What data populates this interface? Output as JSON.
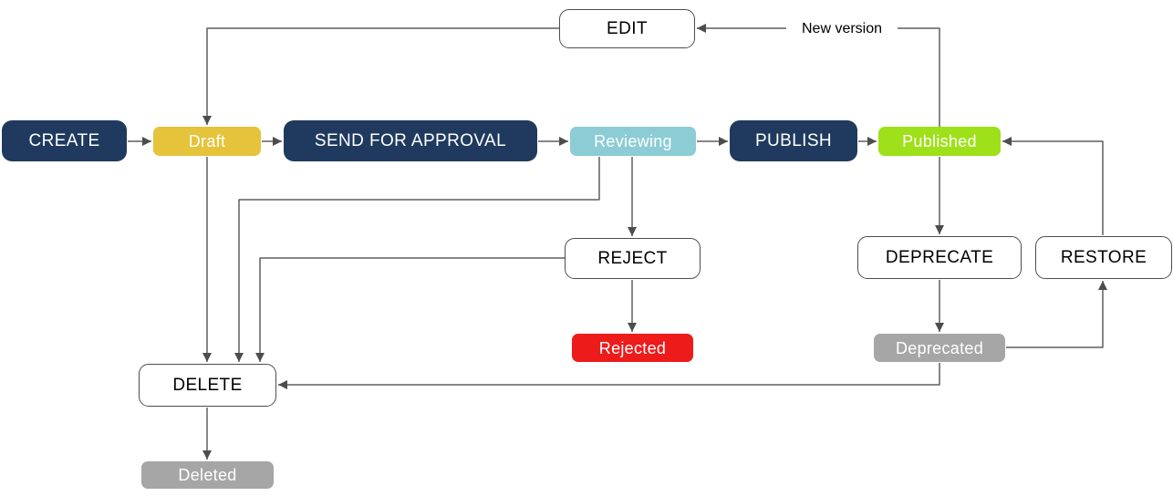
{
  "diagram": {
    "type": "state-flow",
    "background_color": "#ffffff",
    "connector_color": "#5f5f5f",
    "arrowhead_color": "#4d4d4d",
    "nodes": [
      {
        "id": "create",
        "label": "CREATE",
        "kind": "command",
        "bg": "#1f3a5e",
        "fg": "#ffffff"
      },
      {
        "id": "draft",
        "label": "Draft",
        "kind": "state",
        "bg": "#e5c33b",
        "fg": "#ffffff"
      },
      {
        "id": "send-for-approval",
        "label": "SEND FOR APPROVAL",
        "kind": "command",
        "bg": "#1f3a5e",
        "fg": "#ffffff"
      },
      {
        "id": "reviewing",
        "label": "Reviewing",
        "kind": "state",
        "bg": "#8cccd5",
        "fg": "#ffffff"
      },
      {
        "id": "publish",
        "label": "PUBLISH",
        "kind": "command",
        "bg": "#1f3a5e",
        "fg": "#ffffff"
      },
      {
        "id": "published",
        "label": "Published",
        "kind": "state",
        "bg": "#9ee019",
        "fg": "#ffffff"
      },
      {
        "id": "edit",
        "label": "EDIT",
        "kind": "command-outline",
        "bg": "#ffffff",
        "fg": "#000000",
        "border": "#4d4d4d"
      },
      {
        "id": "reject",
        "label": "REJECT",
        "kind": "command-outline",
        "bg": "#ffffff",
        "fg": "#000000",
        "border": "#4d4d4d"
      },
      {
        "id": "deprecate",
        "label": "DEPRECATE",
        "kind": "command-outline",
        "bg": "#ffffff",
        "fg": "#000000",
        "border": "#4d4d4d"
      },
      {
        "id": "restore",
        "label": "RESTORE",
        "kind": "command-outline",
        "bg": "#ffffff",
        "fg": "#000000",
        "border": "#4d4d4d"
      },
      {
        "id": "rejected",
        "label": "Rejected",
        "kind": "state",
        "bg": "#ee1b1b",
        "fg": "#ffffff"
      },
      {
        "id": "deprecated",
        "label": "Deprecated",
        "kind": "state",
        "bg": "#a6a6a6",
        "fg": "#ffffff"
      },
      {
        "id": "delete",
        "label": "DELETE",
        "kind": "command-outline",
        "bg": "#ffffff",
        "fg": "#000000",
        "border": "#4d4d4d"
      },
      {
        "id": "deleted",
        "label": "Deleted",
        "kind": "state",
        "bg": "#a6a6a6",
        "fg": "#ffffff"
      }
    ],
    "edges": [
      {
        "from": "create",
        "to": "draft"
      },
      {
        "from": "draft",
        "to": "send-for-approval"
      },
      {
        "from": "send-for-approval",
        "to": "reviewing"
      },
      {
        "from": "reviewing",
        "to": "publish"
      },
      {
        "from": "publish",
        "to": "published"
      },
      {
        "from": "edit",
        "to": "draft"
      },
      {
        "from": "published",
        "to": "edit",
        "label": "New version"
      },
      {
        "from": "reviewing",
        "to": "reject"
      },
      {
        "from": "reviewing",
        "to": "delete"
      },
      {
        "from": "reject",
        "to": "delete"
      },
      {
        "from": "reject",
        "to": "rejected"
      },
      {
        "from": "published",
        "to": "deprecate"
      },
      {
        "from": "deprecate",
        "to": "deprecated"
      },
      {
        "from": "deprecated",
        "to": "restore"
      },
      {
        "from": "restore",
        "to": "published"
      },
      {
        "from": "deprecated",
        "to": "delete"
      },
      {
        "from": "draft",
        "to": "delete"
      },
      {
        "from": "delete",
        "to": "deleted"
      }
    ]
  }
}
